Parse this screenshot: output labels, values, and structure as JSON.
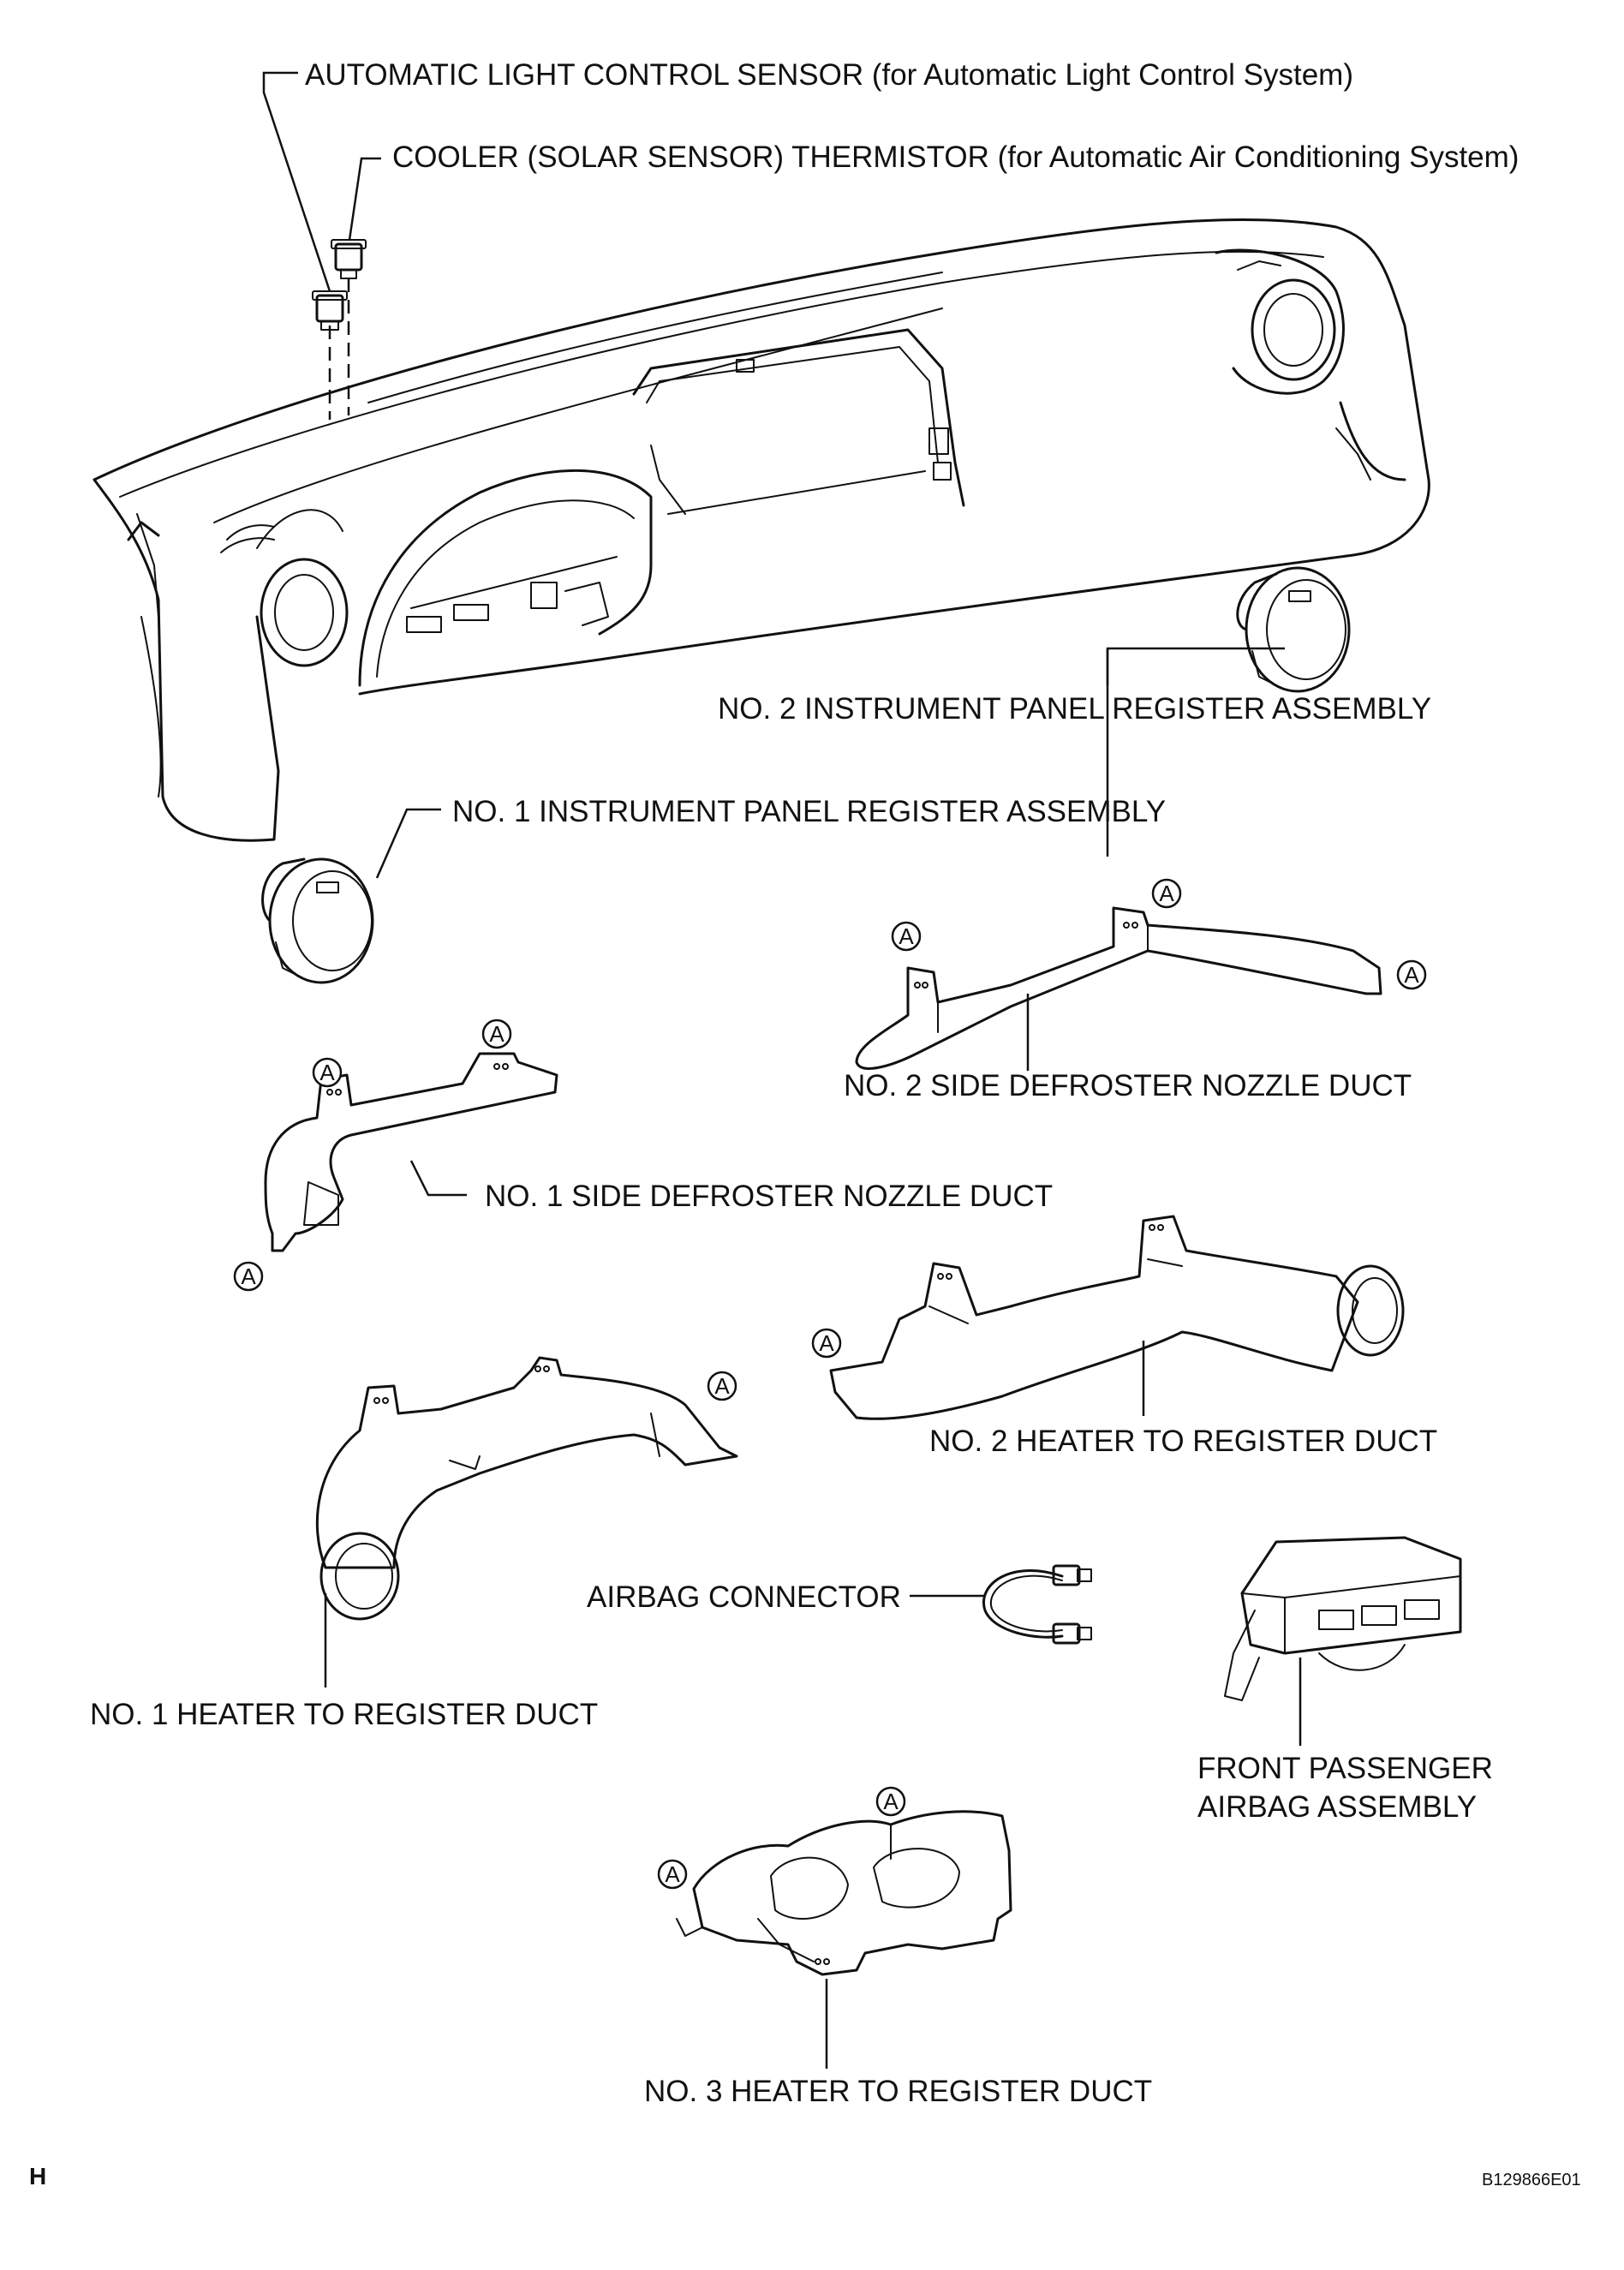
{
  "labels": {
    "light_sensor": "AUTOMATIC LIGHT CONTROL SENSOR (for Automatic Light Control System)",
    "solar_sensor": "COOLER (SOLAR SENSOR) THERMISTOR (for Automatic Air Conditioning System)",
    "register_no2": "NO. 2 INSTRUMENT PANEL REGISTER ASSEMBLY",
    "register_no1": "NO. 1 INSTRUMENT PANEL REGISTER ASSEMBLY",
    "side_defroster_no2": "NO. 2 SIDE DEFROSTER NOZZLE DUCT",
    "side_defroster_no1": "NO. 1 SIDE DEFROSTER NOZZLE DUCT",
    "heater_duct_no2": "NO. 2 HEATER TO REGISTER DUCT",
    "heater_duct_no1": "NO. 1 HEATER TO REGISTER DUCT",
    "airbag_connector": "AIRBAG CONNECTOR",
    "passenger_airbag_line1": "FRONT PASSENGER",
    "passenger_airbag_line2": "AIRBAG ASSEMBLY",
    "heater_duct_no3": "NO. 3 HEATER TO REGISTER DUCT"
  },
  "clip_marker": "A",
  "corner_letter": "H",
  "figure_code": "B129866E01"
}
